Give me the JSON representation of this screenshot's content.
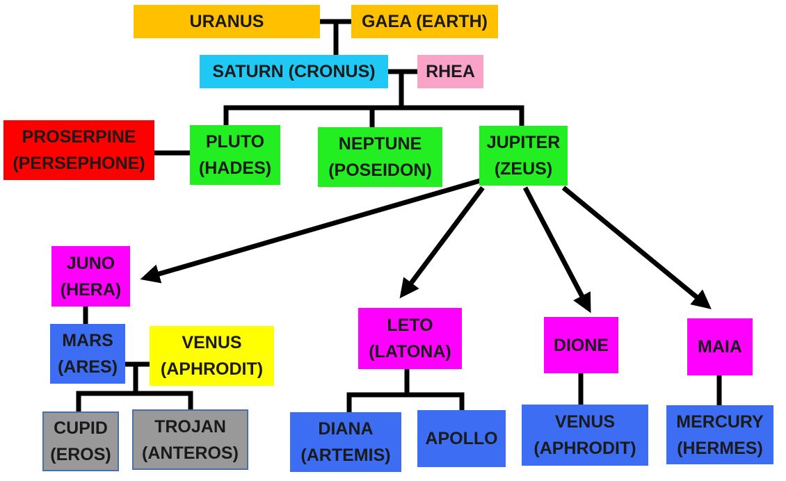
{
  "nodes": {
    "uranus": {
      "lines": [
        "URANUS"
      ],
      "color": "#FFC000"
    },
    "gaea": {
      "lines": [
        "GAEA (EARTH)"
      ],
      "color": "#FFC000"
    },
    "saturn": {
      "lines": [
        "SATURN (CRONUS)"
      ],
      "color": "#1FC8F5"
    },
    "rhea": {
      "lines": [
        "RHEA"
      ],
      "color": "#F9A3C9"
    },
    "proserpine": {
      "lines": [
        "PROSERPINE",
        "(PERSEPHONE)"
      ],
      "color": "#FF0000"
    },
    "pluto": {
      "lines": [
        "PLUTO",
        "(HADES)"
      ],
      "color": "#22EE22"
    },
    "neptune": {
      "lines": [
        "NEPTUNE",
        "(POSEIDON)"
      ],
      "color": "#22EE22"
    },
    "jupiter": {
      "lines": [
        "JUPITER",
        "(ZEUS)"
      ],
      "color": "#22EE22"
    },
    "juno": {
      "lines": [
        "JUNO",
        "(HERA)"
      ],
      "color": "#FF00FF"
    },
    "mars": {
      "lines": [
        "MARS",
        "(ARES)"
      ],
      "color": "#3D6DF2"
    },
    "venus1": {
      "lines": [
        "VENUS",
        "(APHRODIT)"
      ],
      "color": "#FFFF00"
    },
    "cupid": {
      "lines": [
        "CUPID",
        "(EROS)"
      ],
      "color": "#999999"
    },
    "trojan": {
      "lines": [
        "TROJAN",
        "(ANTEROS)"
      ],
      "color": "#999999"
    },
    "leto": {
      "lines": [
        "LETO",
        "(LATONA)"
      ],
      "color": "#FF00FF"
    },
    "dione": {
      "lines": [
        "DIONE"
      ],
      "color": "#FF00FF"
    },
    "maia": {
      "lines": [
        "MAIA"
      ],
      "color": "#FF00FF"
    },
    "diana": {
      "lines": [
        "DIANA",
        "(ARTEMIS)"
      ],
      "color": "#3D6DF2"
    },
    "apollo": {
      "lines": [
        "APOLLO"
      ],
      "color": "#3D6DF2"
    },
    "venus2": {
      "lines": [
        "VENUS",
        "(APHRODIT)"
      ],
      "color": "#3D6DF2"
    },
    "mercury": {
      "lines": [
        "MERCURY",
        "(HERMES)"
      ],
      "color": "#3D6DF2"
    }
  }
}
